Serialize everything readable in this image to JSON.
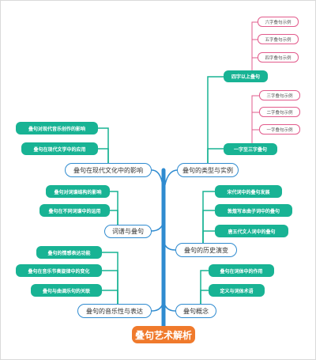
{
  "title": "叠句艺术解析",
  "branches": {
    "types": {
      "label": "叠句的类型与实例",
      "children": {
        "four_plus": {
          "label": "四字以上叠句",
          "examples": [
            "六字叠句示例",
            "五字叠句示例",
            "四字叠句示例"
          ]
        },
        "one_to_three": {
          "label": "一字至三字叠句",
          "examples": [
            "三字叠句示例",
            "二字叠句示例",
            "一字叠句示例"
          ]
        }
      }
    },
    "modern": {
      "label": "叠句在现代文化中的影响",
      "children": [
        "叠句对现代音乐创作的影响",
        "叠句在现代文学中的应用"
      ]
    },
    "lyric": {
      "label": "词谱与叠句",
      "children": [
        "叠句对词谱结构的影响",
        "叠句在不同词谱中的运用"
      ]
    },
    "history": {
      "label": "叠句的历史演变",
      "children": [
        "宋代词中的叠句发展",
        "敦煌写本曲子词中的叠句",
        "唐五代文人词中的叠句"
      ]
    },
    "music": {
      "label": "叠句的音乐性与表达",
      "children": [
        "叠句的情感表达功能",
        "叠句在音乐节奏旋律中的变化",
        "叠句与曲调乐句的关联"
      ]
    },
    "concept": {
      "label": "叠句概念",
      "children": [
        "叠句在词体中的作用",
        "定义与词体术语"
      ]
    }
  },
  "colors": {
    "trunk": "#2f8bd0",
    "leaf_line": "#18b394",
    "sub_line": "#e25b8c",
    "root_fill": "#f07a2c"
  }
}
